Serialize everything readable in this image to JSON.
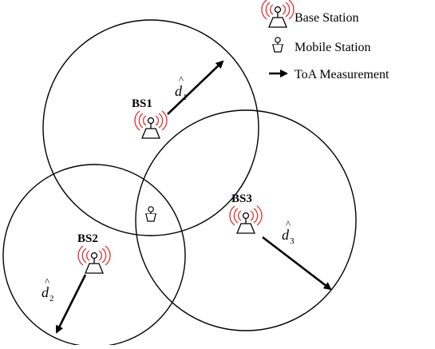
{
  "legend": {
    "base_station": "Base Station",
    "mobile_station": "Mobile Station",
    "toa_measurement": "ToA Measurement"
  },
  "stations": {
    "bs1": "BS1",
    "bs2": "BS2",
    "bs3": "BS3"
  },
  "distances": {
    "d1": {
      "symbol": "d",
      "hat": "^",
      "sub": "1"
    },
    "d2": {
      "symbol": "d",
      "hat": "^",
      "sub": "2"
    },
    "d3": {
      "symbol": "d",
      "hat": "^",
      "sub": "3"
    }
  },
  "colors": {
    "line": "#000000",
    "signal": "#e03030",
    "background": "#ffffff"
  },
  "icons": {
    "base_station": "antenna-tower-icon",
    "mobile_station": "mobile-station-icon",
    "arrow": "arrow-icon"
  }
}
